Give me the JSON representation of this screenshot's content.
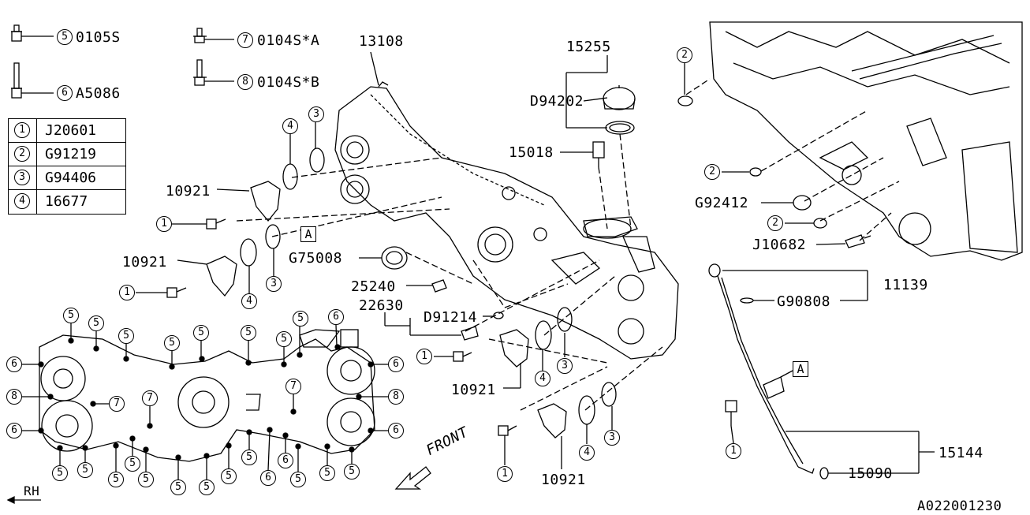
{
  "fastener_key": [
    {
      "num": "5",
      "code": "0105S"
    },
    {
      "num": "6",
      "code": "A5086"
    },
    {
      "num": "7",
      "code": "0104S*A"
    },
    {
      "num": "8",
      "code": "0104S*B"
    }
  ],
  "legend": [
    {
      "num": "1",
      "part": "J20601"
    },
    {
      "num": "2",
      "part": "G91219"
    },
    {
      "num": "3",
      "part": "G94406"
    },
    {
      "num": "4",
      "part": "16677"
    }
  ],
  "part_labels": {
    "p13108": "13108",
    "p15255": "15255",
    "pD94202": "D94202",
    "p15018": "15018",
    "p10921_a": "10921",
    "p10921_b": "10921",
    "p10921_c": "10921",
    "p10921_d": "10921",
    "pG75008": "G75008",
    "p25240": "25240",
    "p22630": "22630",
    "pD91214": "D91214",
    "pG92412": "G92412",
    "pJ10682": "J10682",
    "p11139": "11139",
    "pG90808": "G90808",
    "p15144": "15144",
    "p15090": "15090"
  },
  "ref_marks": {
    "a1": "A",
    "a2": "A"
  },
  "callouts": {
    "n1": "1",
    "n2": "2",
    "n3": "3",
    "n4": "4",
    "n5": "5",
    "n6": "6",
    "n7": "7",
    "n8": "8"
  },
  "orientation": {
    "front": "FRONT",
    "rh": "RH"
  },
  "diagram_id": "A022001230"
}
